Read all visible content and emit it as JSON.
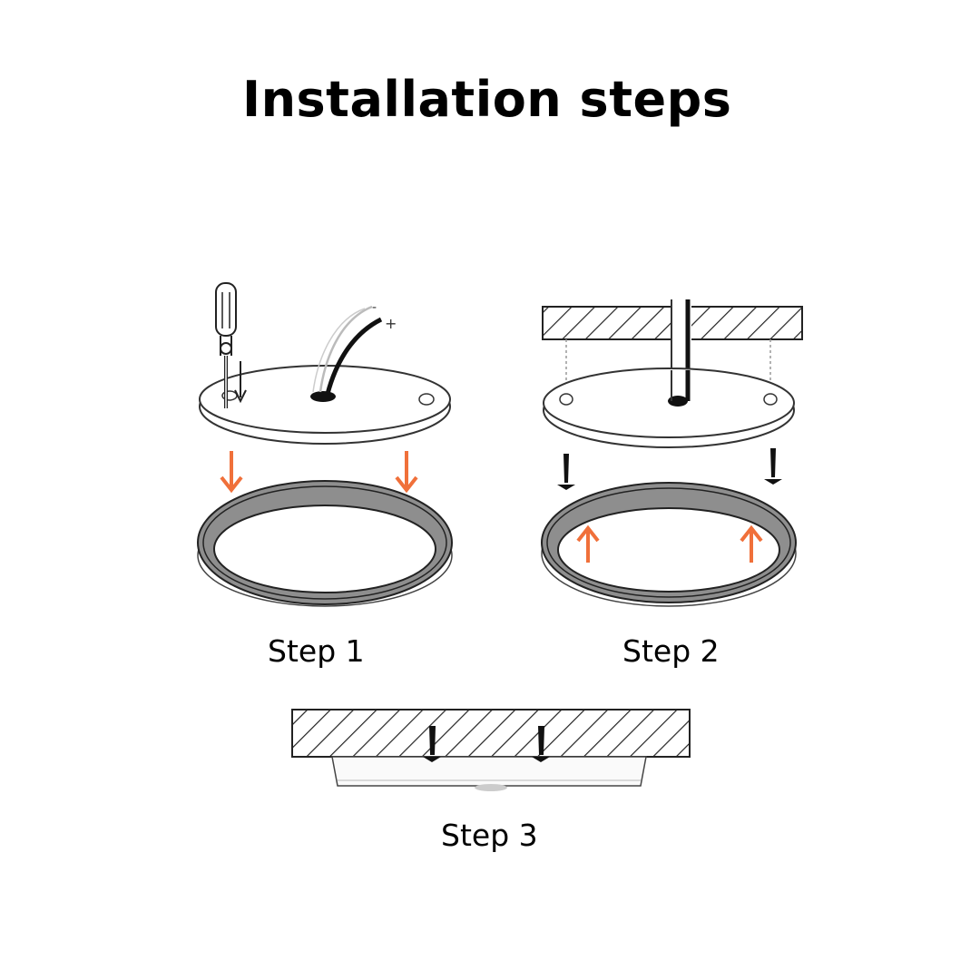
{
  "title": "Installation steps",
  "steps": [
    {
      "label": "Step 1"
    },
    {
      "label": "Step 2"
    },
    {
      "label": "Step 3"
    }
  ],
  "polarity": {
    "minus": "-",
    "plus": "+"
  },
  "colors": {
    "arrow": "#f0703a",
    "line": "#2a2a2a",
    "ring_fill": "#8e8e8e"
  }
}
